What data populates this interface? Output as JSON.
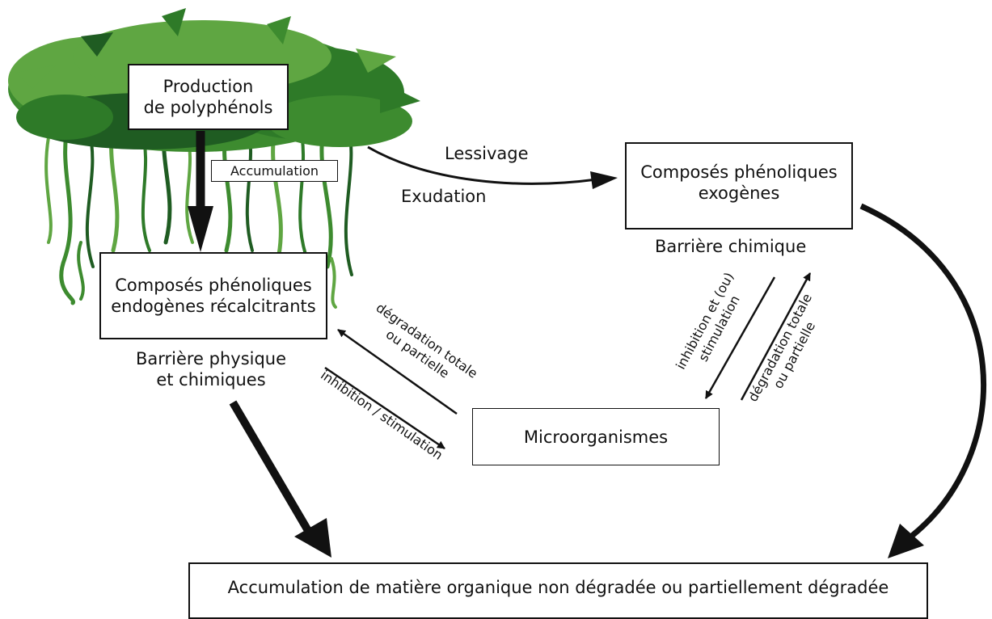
{
  "nodes": {
    "production": "Production\nde polyphénols",
    "accumulation_tag": "Accumulation",
    "endogenous": "Composés phénoliques\nendogènes récalcitrants",
    "exogenous": "Composés phénoliques\nexogènes",
    "microorganisms": "Microorganismes",
    "bottom": "Accumulation de matière organique non dégradée ou partiellement dégradée"
  },
  "labels": {
    "leaching": "Lessivage",
    "exudation": "Exudation",
    "chemical_barrier": "Barrière chimique",
    "physical_barrier": "Barrière physique\net chimiques",
    "degradation_left": "dégradation totale\nou partielle",
    "inhibition_left": "inhibition / stimulation",
    "inhibition_right": "inhibition et (ou)\nstimulation",
    "degradation_right": "dégradation totale\nou partielle"
  },
  "colors": {
    "moss_dark": "#1f5c22",
    "moss_mid": "#3d8b2f",
    "moss_light": "#5fa642",
    "arrow": "#111111"
  }
}
